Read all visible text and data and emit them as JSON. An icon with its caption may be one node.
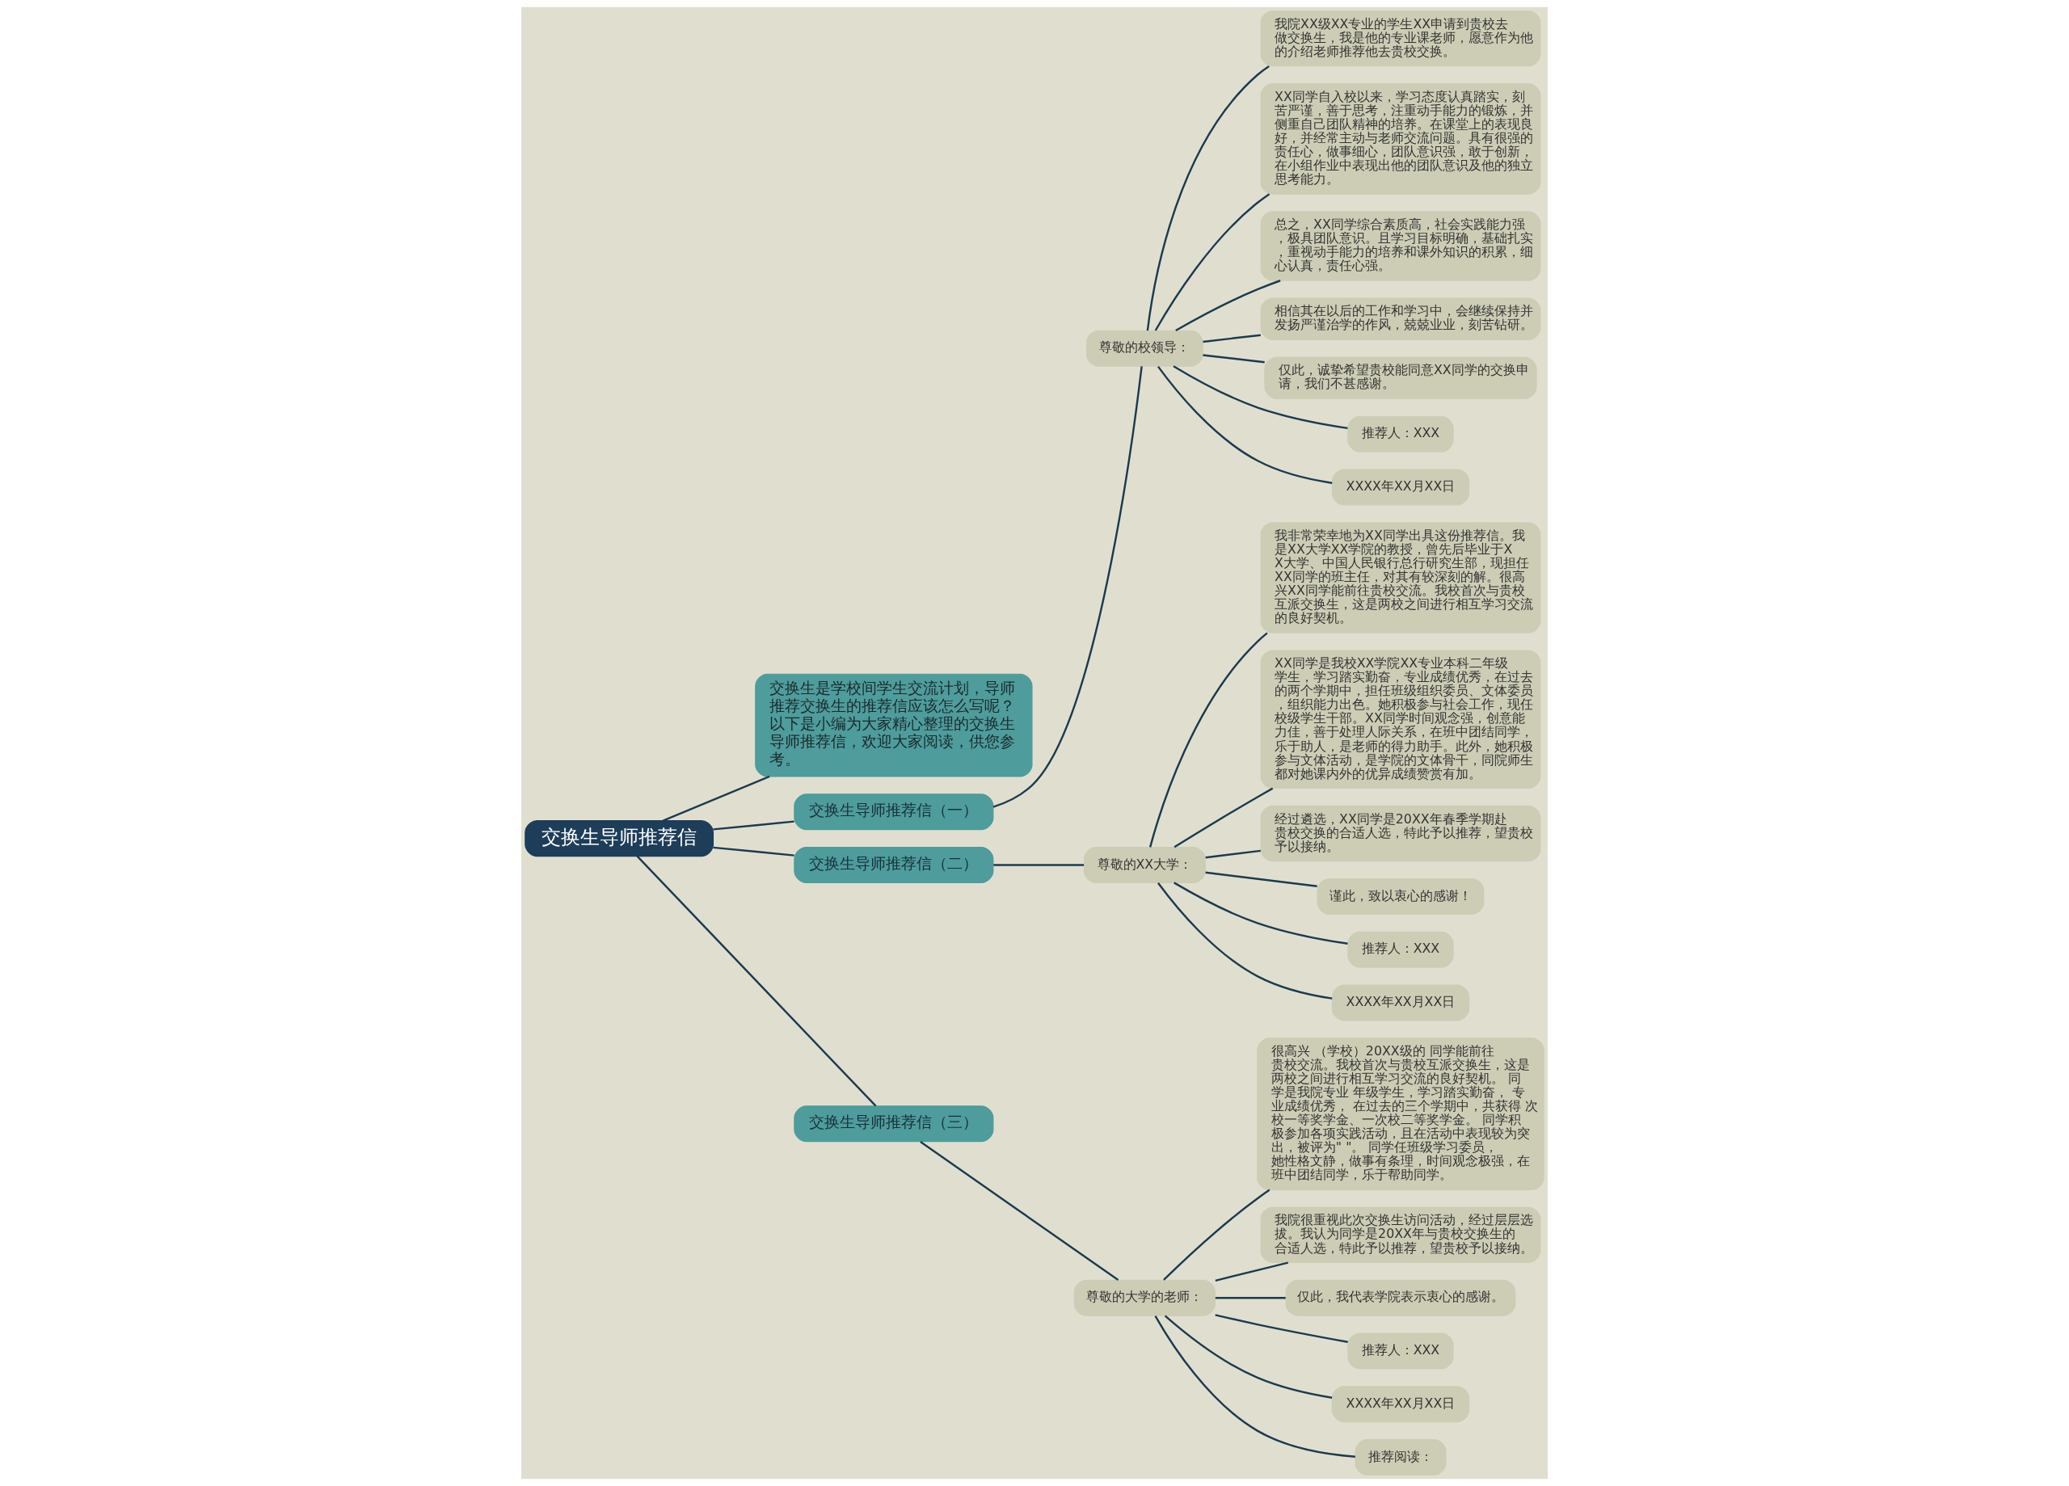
{
  "diagram": {
    "nodes": [
      {
        "text": [
          "交换生导师推荐信"
        ]
      },
      {
        "text": [
          "交换生是学校间学生交流计划，导师推荐交换生的推荐信应该怎么写呢？以下是小编为大家精心整理的交换生导师推荐信，欢迎大家阅读，供您参考。"
        ]
      },
      {
        "text": [
          "交换生导师推荐信（一）"
        ]
      },
      {
        "text": [
          "尊敬的校领导："
        ]
      },
      {
        "text": [
          "我院XX级XX专业的学生XX申请到贵校去做交换生，我是他的专业课老师，愿意作为他的介绍老师推荐他去贵校交换。"
        ]
      },
      {
        "text": [
          "XX同学自入校以来，学习态度认真踏实，刻苦严谨，善于思考，注重动手能力的锻炼，并侧重自己团队精神的培养。在课堂上的表现良好，并经常主动与老师交流问题。具有很强的责任心，做事细心，团队意识强，敢于创新，在小组作业中表现出他的团队意识及他的独立思考能力。"
        ]
      },
      {
        "text": [
          "总之，XX同学综合素质高，社会实践能力强，极具团队意识。且学习目标明确，基础扎实，重视动手能力的培养和课外知识的积累，细心认真，责任心强。"
        ]
      },
      {
        "text": [
          "相信其在以后的工作和学习中，会继续保持并发扬严谨治学的作风，兢兢业业，刻苦钻研。"
        ]
      },
      {
        "text": [
          "仅此，诚挚希望贵校能同意XX同学的交换申请，我们不甚感谢。"
        ]
      },
      {
        "text": [
          "推荐人：XXX"
        ]
      },
      {
        "text": [
          "XXXX年XX月XX日"
        ]
      },
      {
        "text": [
          "交换生导师推荐信（二）"
        ]
      },
      {
        "text": [
          "尊敬的XX大学："
        ]
      },
      {
        "text": [
          "我非常荣幸地为XX同学出具这份推荐信。我是XX大学XX学院的教授，曾先后毕业于XX大学、中国人民银行总行研究生部，现担任XX同学的班主任，对其有较深刻的解。很高兴XX同学能前往贵校交流。我校首次与贵校互派交换生，这是两校之间进行相互学习交流的良好契机。"
        ]
      },
      {
        "text": [
          "XX同学是我校XX学院XX专业本科二年级学生，学习踏实勤奋，专业成绩优秀，在过去的两个学期中，担任班级组织委员、文体委员，组织能力出色。她积极参与社会工作，现任校级学生干部。XX同学时间观念强，创意能力佳，善于处理人际关系，在班中团结同学，乐于助人，是老师的得力助手。此外，她积极参与文体活动，是学院的文体骨干，同院师生都对她课内外的优异成绩赞赏有加。"
        ]
      },
      {
        "text": [
          "经过遴选，XX同学是20XX年春季学期赴贵校交换的合适人选，特此予以推荐，望贵校予以接纳。"
        ]
      },
      {
        "text": [
          "谨此，致以衷心的感谢！"
        ]
      },
      {
        "text": [
          "推荐人：XXX"
        ]
      },
      {
        "text": [
          "XXXX年XX月XX日"
        ]
      },
      {
        "text": [
          "交换生导师推荐信（三）"
        ]
      },
      {
        "text": [
          "尊敬的大学的老师："
        ]
      },
      {
        "text": [
          "很高兴 （学校）20XX级的 同学能前往贵校交流。我校首次与贵校互派交换生，这是两校之间进行相互学习交流的良好契机。 同学是我院专业 年级学生，学习踏实勤奋， 专业成绩优秀， 在过去的三个学期中，共获得 次校一等奖学金、一次校二等奖学金。 同学积极参加各项实践活动，且在活动中表现较为突出，被评为\" \"。 同学任班级学习委员，她性格文静，做事有条理，时间观念极强，在班中团结同学，乐于帮助同学。"
        ]
      },
      {
        "text": [
          "我院很重视此次交换生访问活动，经过层层选拔。我认为同学是20XX年与贵校交换生的合适人选，特此予以推荐，望贵校予以接纳。"
        ]
      },
      {
        "text": [
          "仅此，我代表学院表示衷心的感谢。"
        ]
      },
      {
        "text": [
          "推荐人：XXX"
        ]
      },
      {
        "text": [
          "XXXX年XX月XX日"
        ]
      },
      {
        "text": [
          "推荐阅读："
        ]
      }
    ],
    "edges": [
      {
        "from": 0,
        "to": 2,
        "arrow": "none"
      },
      {
        "from": 2,
        "to": 3,
        "arrow": "none"
      },
      {
        "from": 3,
        "to": 4,
        "arrow": "none"
      },
      {
        "from": 3,
        "to": 5,
        "arrow": "none"
      },
      {
        "from": 3,
        "to": 6,
        "arrow": "none"
      },
      {
        "from": 3,
        "to": 7,
        "arrow": "none"
      },
      {
        "from": 3,
        "to": 8,
        "arrow": "none"
      },
      {
        "from": 3,
        "to": 9,
        "arrow": "none"
      },
      {
        "from": 3,
        "to": 10,
        "arrow": "none"
      },
      {
        "from": 0,
        "to": 1,
        "arrow": "none"
      },
      {
        "from": 0,
        "to": 11,
        "arrow": "none"
      },
      {
        "from": 11,
        "to": 12,
        "arrow": "none"
      },
      {
        "from": 12,
        "to": 13,
        "arrow": "none"
      },
      {
        "from": 12,
        "to": 14,
        "arrow": "none"
      },
      {
        "from": 12,
        "to": 15,
        "arrow": "none"
      },
      {
        "from": 12,
        "to": 16,
        "arrow": "none"
      },
      {
        "from": 12,
        "to": 17,
        "arrow": "none"
      },
      {
        "from": 12,
        "to": 18,
        "arrow": "none"
      },
      {
        "from": 0,
        "to": 19,
        "arrow": "none"
      },
      {
        "from": 19,
        "to": 20,
        "arrow": "none"
      },
      {
        "from": 20,
        "to": 21,
        "arrow": "none"
      },
      {
        "from": 20,
        "to": 22,
        "arrow": "none"
      },
      {
        "from": 20,
        "to": 23,
        "arrow": "none"
      },
      {
        "from": 20,
        "to": 24,
        "arrow": "none"
      },
      {
        "from": 20,
        "to": 25,
        "arrow": "none"
      },
      {
        "from": 20,
        "to": 26,
        "arrow": "none"
      }
    ]
  }
}
